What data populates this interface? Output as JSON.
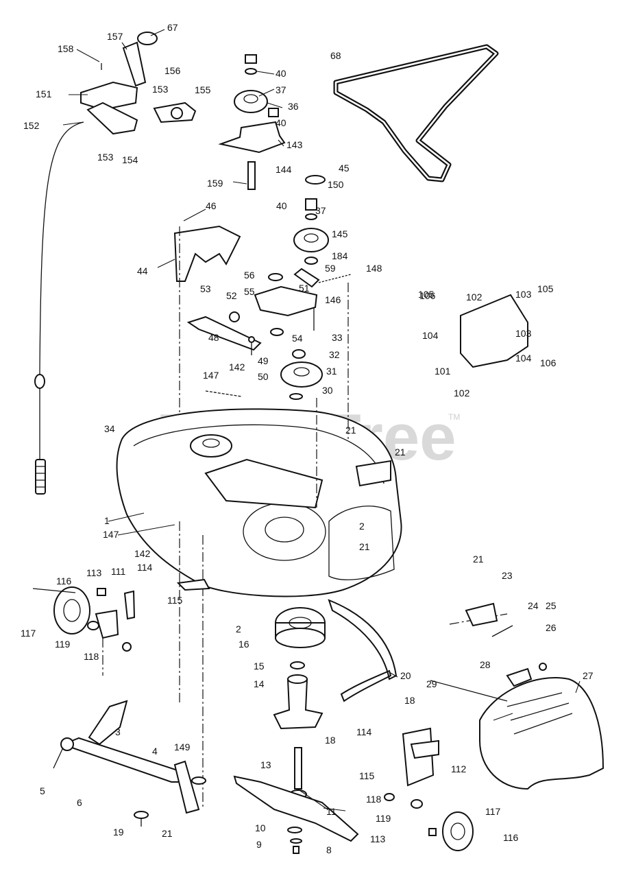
{
  "watermark": {
    "text": "PartsTree",
    "trademark": "TM"
  },
  "callouts": [
    "67",
    "157",
    "158",
    "156",
    "151",
    "153",
    "155",
    "152",
    "153",
    "154",
    "40",
    "37",
    "36",
    "40",
    "143",
    "144",
    "159",
    "68",
    "45",
    "150",
    "40",
    "37",
    "46",
    "145",
    "44",
    "184",
    "56",
    "59",
    "148",
    "55",
    "53",
    "52",
    "51",
    "146",
    "54",
    "48",
    "33",
    "49",
    "32",
    "50",
    "147",
    "142",
    "31",
    "30",
    "34",
    "21",
    "21",
    "1",
    "147",
    "2",
    "21",
    "142",
    "114",
    "116",
    "113",
    "111",
    "115",
    "117",
    "119",
    "118",
    "2",
    "16",
    "15",
    "14",
    "20",
    "18",
    "18",
    "114",
    "3",
    "5",
    "6",
    "4",
    "149",
    "19",
    "21",
    "13",
    "11",
    "10",
    "9",
    "8",
    "115",
    "112",
    "118",
    "119",
    "113",
    "117",
    "116",
    "21",
    "23",
    "24",
    "25",
    "26",
    "28",
    "27",
    "29",
    "106",
    "102",
    "103",
    "105",
    "105",
    "104",
    "103",
    "104",
    "106",
    "101",
    "102"
  ]
}
